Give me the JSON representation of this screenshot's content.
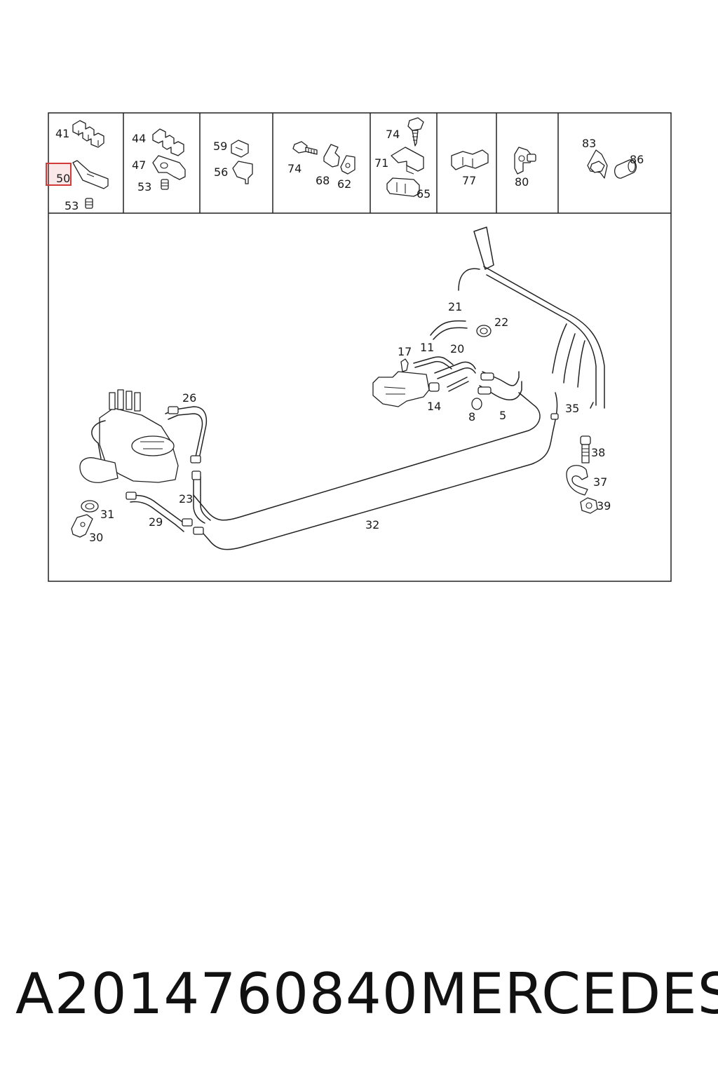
{
  "parts_strip": {
    "cells": [
      {
        "labels": [
          "41",
          "50",
          "53"
        ]
      },
      {
        "labels": [
          "44",
          "47",
          "53"
        ]
      },
      {
        "labels": [
          "59",
          "56"
        ]
      },
      {
        "labels": [
          "74",
          "68",
          "62"
        ]
      },
      {
        "labels": [
          "74",
          "71",
          "65"
        ]
      },
      {
        "labels": [
          "77"
        ]
      },
      {
        "labels": [
          "80"
        ]
      },
      {
        "labels": [
          "83",
          "86"
        ]
      }
    ],
    "highlighted_label": "50",
    "highlight_color": "#d23a3a"
  },
  "main_labels": [
    "21",
    "22",
    "17",
    "11",
    "20",
    "14",
    "8",
    "5",
    "35",
    "26",
    "38",
    "37",
    "39",
    "23",
    "31",
    "29",
    "32",
    "30"
  ],
  "footer": {
    "part_number": "A2014760840",
    "brand": "MERCEDES"
  }
}
